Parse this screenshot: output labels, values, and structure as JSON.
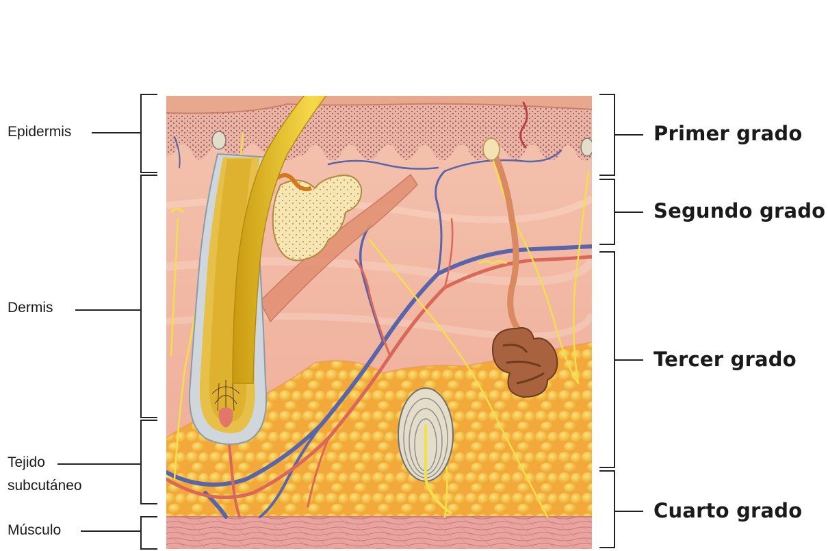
{
  "left_labels": {
    "epidermis": "Epidermis",
    "dermis": "Dermis",
    "subcutaneous_line1": "Tejido",
    "subcutaneous_line2": "subcutáneo",
    "muscle": "Músculo"
  },
  "right_labels": {
    "first_degree": "Primer grado",
    "second_degree": "Segundo grado",
    "third_degree": "Tercer grado",
    "fourth_degree": "Cuarto grado"
  },
  "colors": {
    "epidermis": "#e9a58e",
    "dermis": "#f2b9a4",
    "fat": "#f5b93a",
    "muscle": "#e9a09a",
    "hair": "#e9c22a",
    "nerve": "#f3df4a",
    "vein": "#5a64a8",
    "artery": "#d9675a",
    "sweat_gland": "#a8623e"
  }
}
